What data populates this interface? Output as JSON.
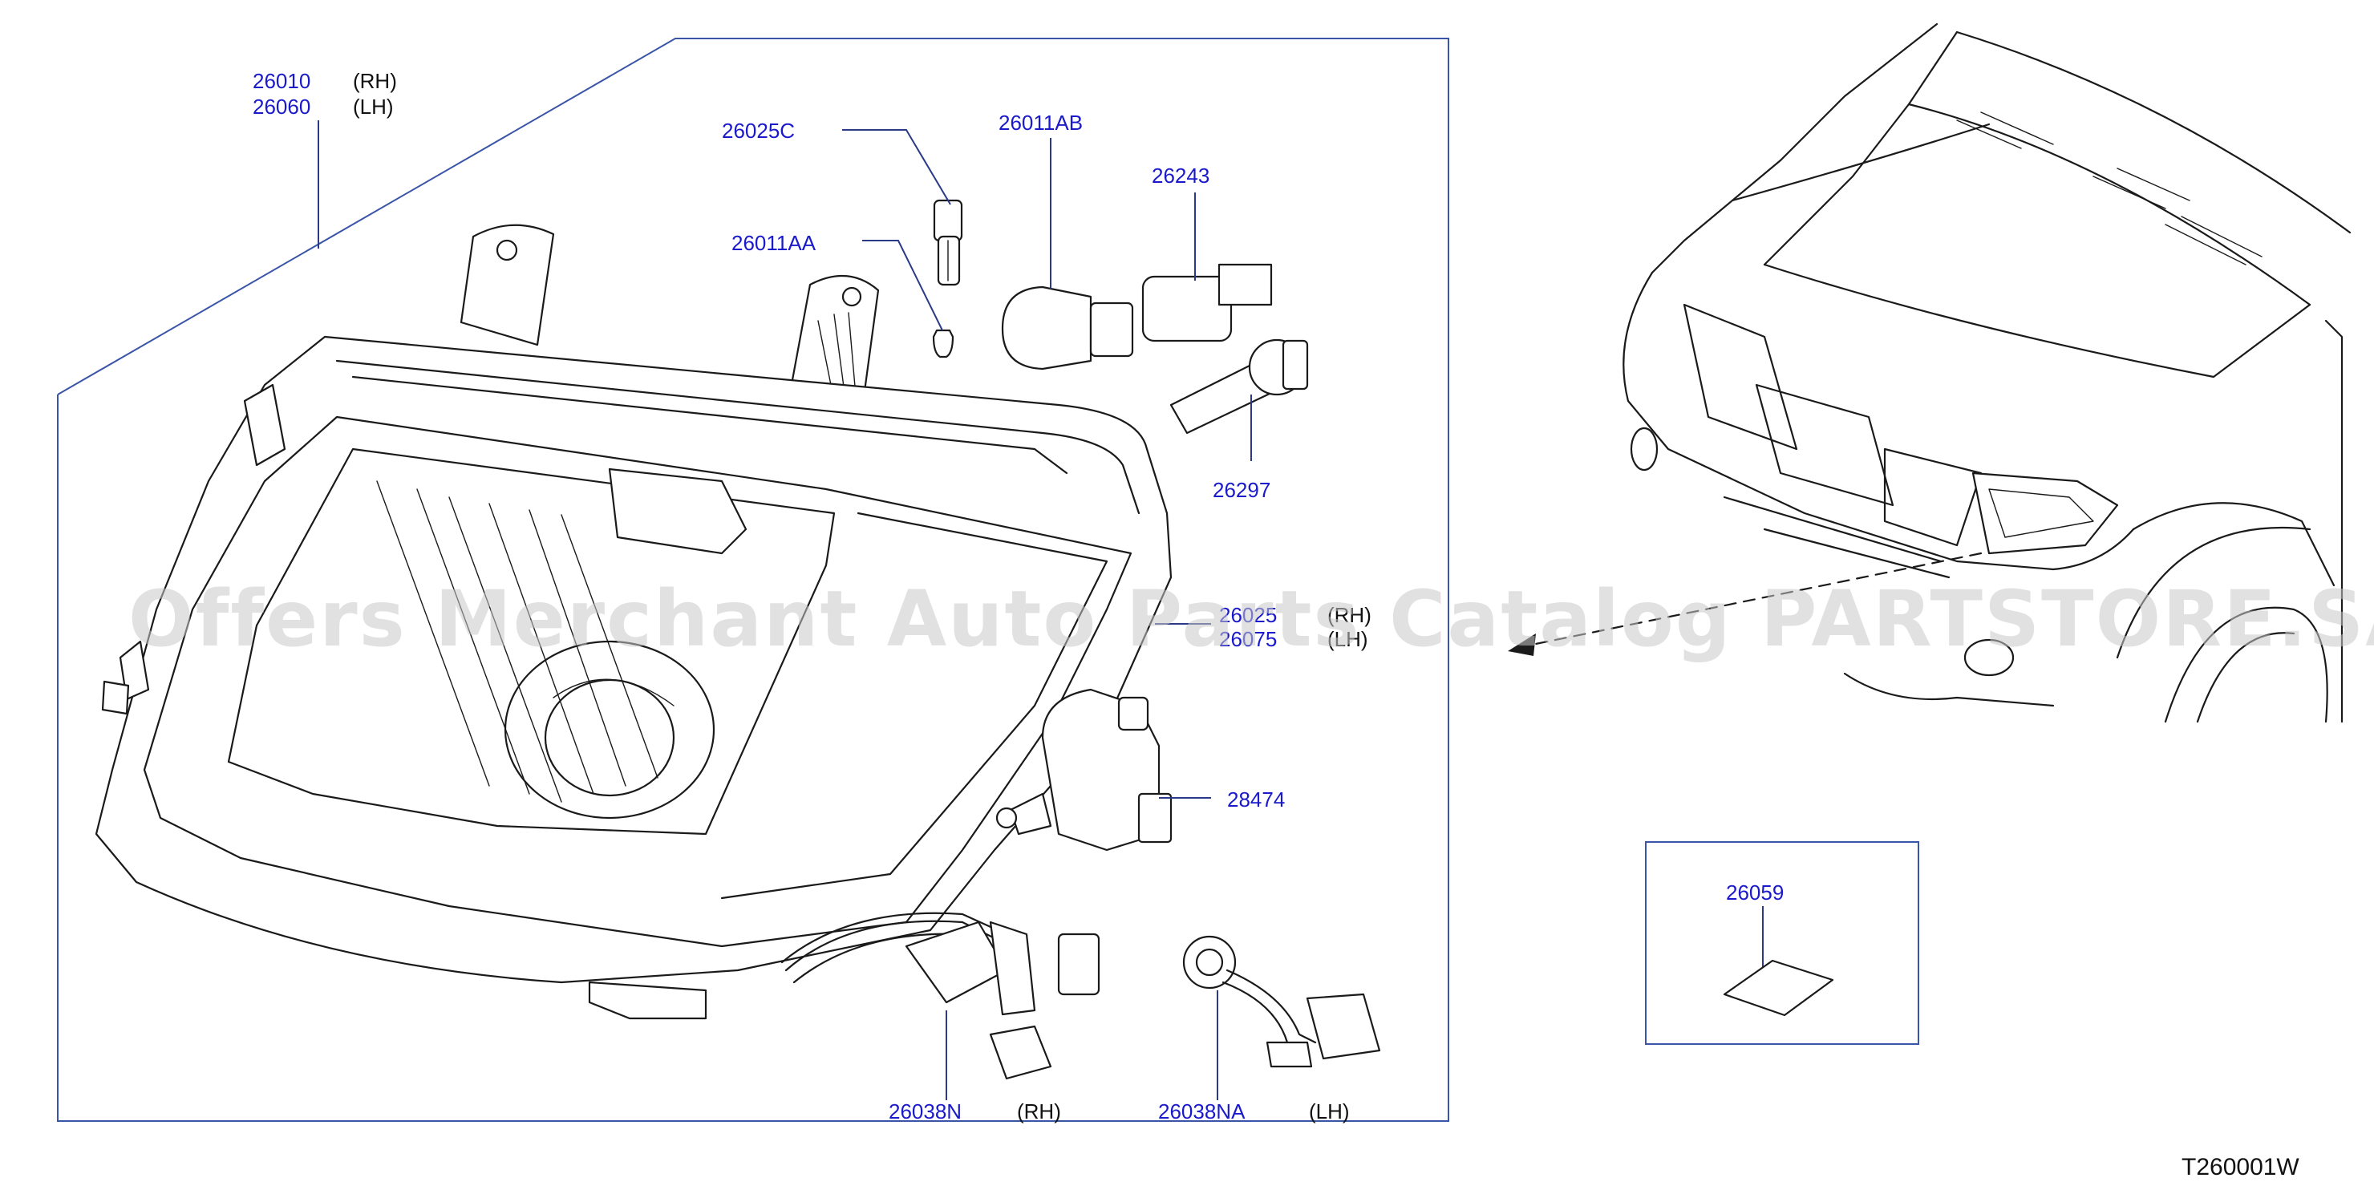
{
  "diagram": {
    "code": "T260001W",
    "watermark": "Offers Merchant Auto Parts Catalog PARTSTORE.SA",
    "callouts": {
      "headlamp_rh": "26010",
      "headlamp_lh": "26060",
      "bulb_holder": "26025C",
      "bulb_small": "26011AA",
      "bulb_amber": "26011AB",
      "socket": "26243",
      "bulb_hid": "26297",
      "bezel_rh": "26025",
      "bezel_lh": "26075",
      "actuator": "28474",
      "harness_rh": "26038N",
      "harness_lh": "26038NA",
      "label_plate": "26059"
    },
    "side_labels": {
      "rh": "(RH)",
      "lh": "(LH)"
    }
  }
}
